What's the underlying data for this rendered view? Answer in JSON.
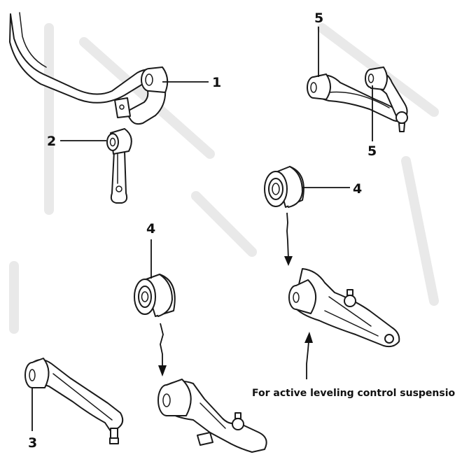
{
  "callouts": {
    "c1": "1",
    "c2": "2",
    "c3": "3",
    "c4a": "4",
    "c4b": "4",
    "c5a": "5",
    "c5b": "5"
  },
  "caption": "For active leveling control suspension",
  "colors": {
    "line": "#1a1a1a",
    "background": "#ffffff",
    "faint_background": "#e9e9e9"
  }
}
